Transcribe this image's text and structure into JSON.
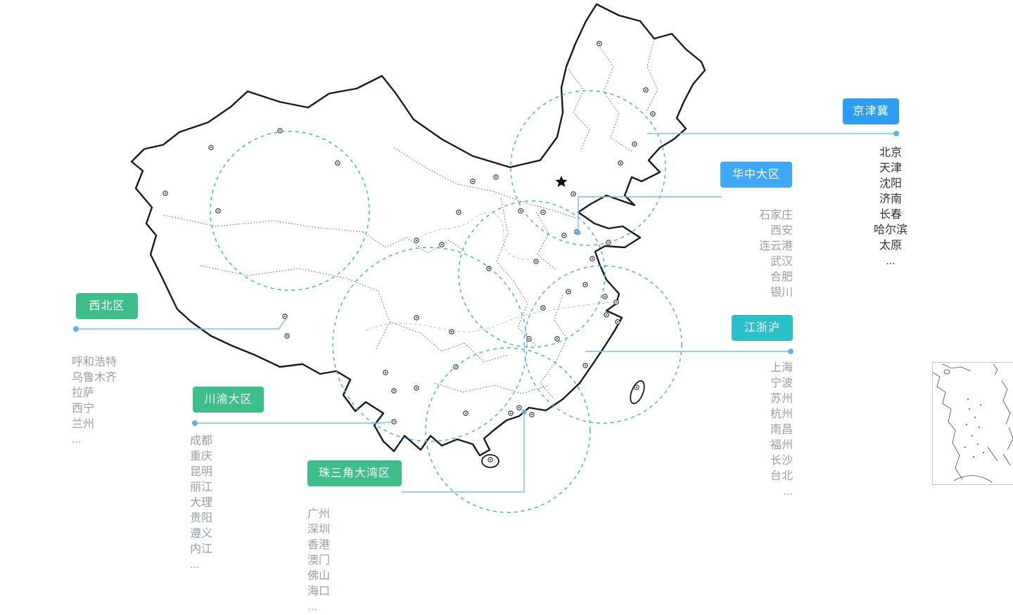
{
  "colors": {
    "badge_blue": "#2D9DF3",
    "badge_blue_light": "#41A8F5",
    "badge_green": "#3EBE8B",
    "badge_cyan": "#2BC0C9",
    "leader_line": "#7CBDF2",
    "circle_blue": "#52ABF0",
    "circle_green": "#42C08F",
    "city_text_dark": "#333333",
    "city_text_gray": "#979EA6"
  },
  "regions": [
    {
      "id": "jingjinji",
      "label": "京津冀",
      "badge_color": "#2D9DF3",
      "cities": [
        "北京",
        "天津",
        "沈阳",
        "济南",
        "长春",
        "哈尔滨",
        "太原",
        "..."
      ]
    },
    {
      "id": "huazhong",
      "label": "华中大区",
      "badge_color": "#41A8F5",
      "cities": [
        "石家庄",
        "西安",
        "连云港",
        "武汉",
        "合肥",
        "银川"
      ]
    },
    {
      "id": "xibei",
      "label": "西北区",
      "badge_color": "#3EBE8B",
      "cities": [
        "呼和浩特",
        "乌鲁木齐",
        "拉萨",
        "西宁",
        "兰州",
        "..."
      ]
    },
    {
      "id": "jiangzhehu",
      "label": "江浙沪",
      "badge_color": "#2BC0C9",
      "cities": [
        "上海",
        "宁波",
        "苏州",
        "杭州",
        "南昌",
        "福州",
        "长沙",
        "台北",
        "..."
      ]
    },
    {
      "id": "chuanyu",
      "label": "川渝大区",
      "badge_color": "#3EBE8B",
      "cities": [
        "成都",
        "重庆",
        "昆明",
        "丽江",
        "大理",
        "贵阳",
        "遵义",
        "内江",
        "..."
      ]
    },
    {
      "id": "dawanqu",
      "label": "珠三角大湾区",
      "badge_color": "#3EBE8B",
      "cities": [
        "广州",
        "深圳",
        "香港",
        "澳门",
        "佛山",
        "海口",
        "..."
      ]
    }
  ]
}
